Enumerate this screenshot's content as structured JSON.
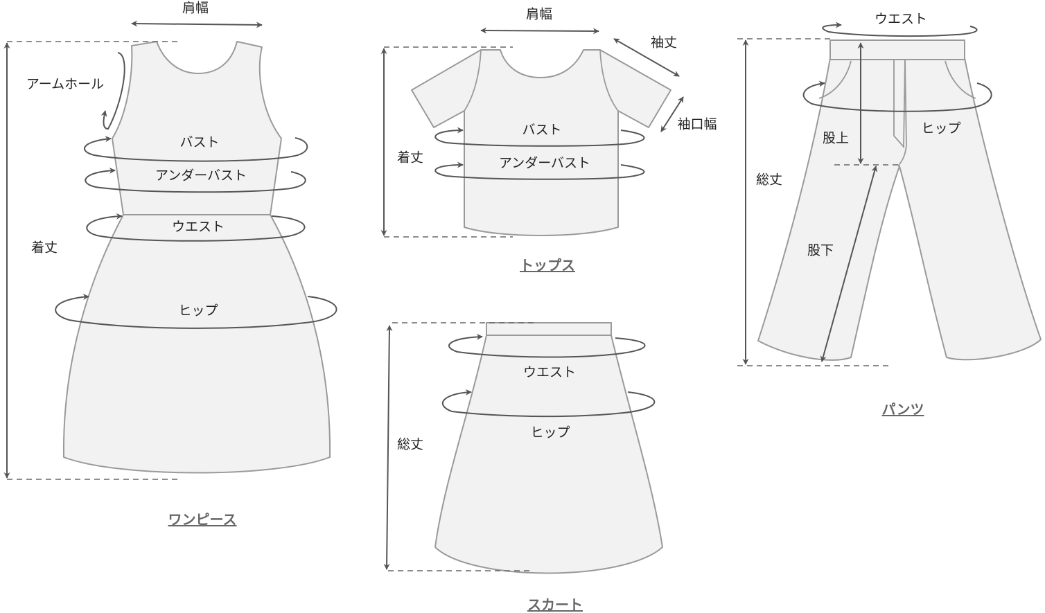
{
  "colors": {
    "garment_fill": "#f2f2f2",
    "garment_stroke": "#9a9a9a",
    "arrow": "#555555",
    "title": "#666666"
  },
  "onepiece": {
    "title": "ワンピース",
    "shoulder": "肩幅",
    "armhole": "アームホール",
    "bust": "バスト",
    "underbust": "アンダーバスト",
    "waist": "ウエスト",
    "hip": "ヒップ",
    "length": "着丈"
  },
  "tops": {
    "title": "トップス",
    "shoulder": "肩幅",
    "sleeve_length": "袖丈",
    "cuff_width": "袖口幅",
    "bust": "バスト",
    "underbust": "アンダーバスト",
    "length": "着丈"
  },
  "skirt": {
    "title": "スカート",
    "waist": "ウエスト",
    "hip": "ヒップ",
    "total_length": "総丈"
  },
  "pants": {
    "title": "パンツ",
    "waist": "ウエスト",
    "hip": "ヒップ",
    "rise": "股上",
    "inseam": "股下",
    "total_length": "総丈"
  }
}
